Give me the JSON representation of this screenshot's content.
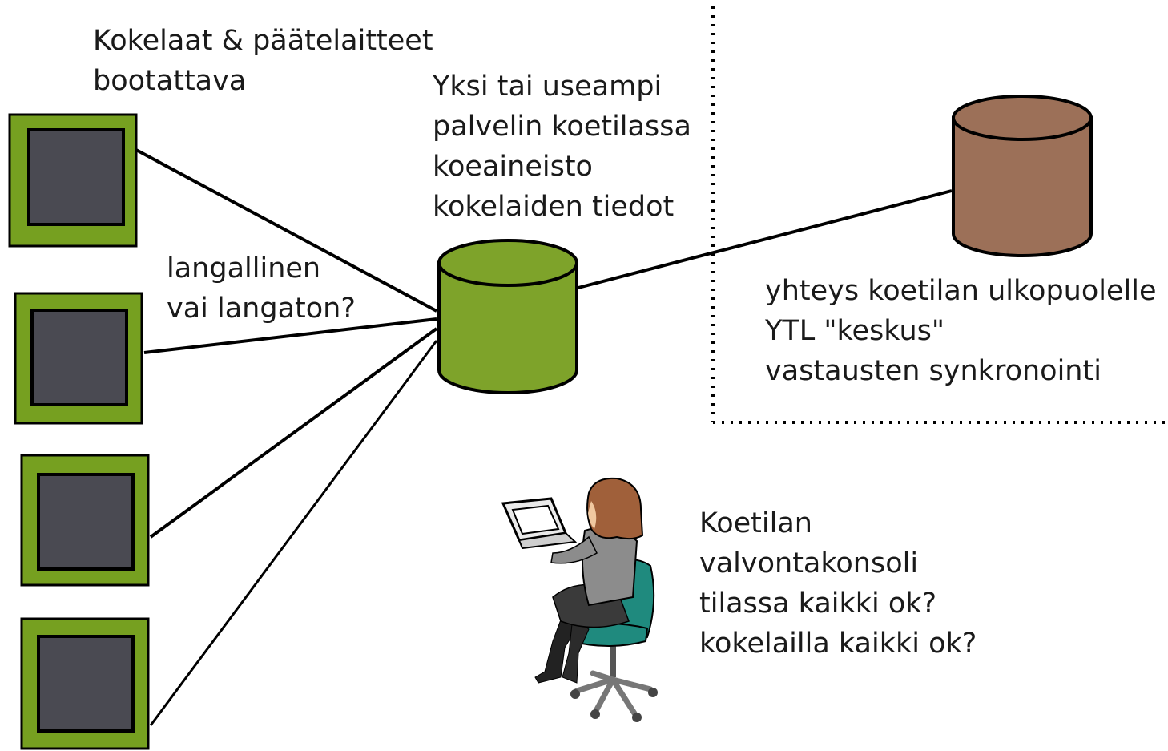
{
  "terminals_label": {
    "lines": [
      "Kokelaat & päätelaitteet",
      "bootattava"
    ]
  },
  "server_label": {
    "lines": [
      "Yksi tai useampi",
      "palvelin koetilassa",
      "koeaineisto",
      "kokelaiden tiedot"
    ]
  },
  "connection_label": {
    "lines": [
      "langallinen",
      "vai langaton?"
    ]
  },
  "remote_label": {
    "lines": [
      "yhteys koetilan ulkopuolelle",
      "YTL \"keskus\"",
      "vastausten synkronointi"
    ]
  },
  "console_label": {
    "lines": [
      "Koetilan",
      "valvontakonsoli",
      "tilassa kaikki ok?",
      "kokelailla kaikki ok?"
    ]
  },
  "colors": {
    "terminal_frame": "#76a020",
    "terminal_screen": "#4a4a52",
    "local_server": "#7ea32a",
    "remote_server": "#9c7058",
    "person_hair": "#a0603a",
    "person_jacket": "#8c8c8c",
    "chair": "#1f8a7e"
  }
}
